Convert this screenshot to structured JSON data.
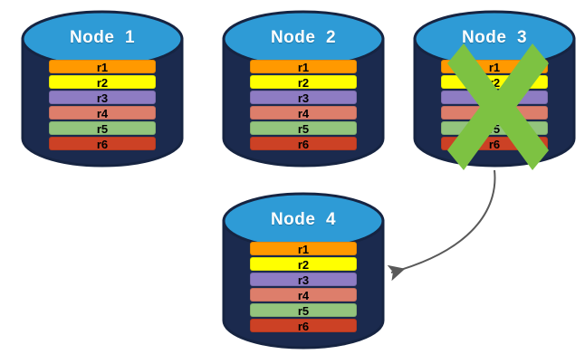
{
  "diagram": {
    "title_prefix": "Node",
    "background_color": "#ffffff",
    "cylinder_body_color": "#1b2a4e",
    "cylinder_top_color": "#2e9bd6",
    "cylinder_outline_color": "#162442",
    "failure_mark_color": "#7dc242",
    "arrow_color": "#595959"
  },
  "rows_palette": {
    "r1": "#ff9900",
    "r2": "#ffff00",
    "r3": "#8e7cc3",
    "r4": "#dd7e6b",
    "r5": "#93c47d",
    "r6": "#cc4125"
  },
  "nodes": [
    {
      "id": "node-1",
      "label": "Node  1",
      "failed": false,
      "rows": [
        {
          "label": "r1",
          "color": "#ff9900"
        },
        {
          "label": "r2",
          "color": "#ffff00"
        },
        {
          "label": "r3",
          "color": "#8e7cc3"
        },
        {
          "label": "r4",
          "color": "#dd7e6b"
        },
        {
          "label": "r5",
          "color": "#93c47d"
        },
        {
          "label": "r6",
          "color": "#cc4125"
        }
      ]
    },
    {
      "id": "node-2",
      "label": "Node  2",
      "failed": false,
      "rows": [
        {
          "label": "r1",
          "color": "#ff9900"
        },
        {
          "label": "r2",
          "color": "#ffff00"
        },
        {
          "label": "r3",
          "color": "#8e7cc3"
        },
        {
          "label": "r4",
          "color": "#dd7e6b"
        },
        {
          "label": "r5",
          "color": "#93c47d"
        },
        {
          "label": "r6",
          "color": "#cc4125"
        }
      ]
    },
    {
      "id": "node-3",
      "label": "Node  3",
      "failed": true,
      "rows": [
        {
          "label": "r1",
          "color": "#ff9900"
        },
        {
          "label": "r2",
          "color": "#ffff00"
        },
        {
          "label": "r3",
          "color": "#8e7cc3"
        },
        {
          "label": "r4",
          "color": "#dd7e6b"
        },
        {
          "label": "r5",
          "color": "#93c47d"
        },
        {
          "label": "r6",
          "color": "#cc4125"
        }
      ]
    },
    {
      "id": "node-4",
      "label": "Node  4",
      "failed": false,
      "rows": [
        {
          "label": "r1",
          "color": "#ff9900"
        },
        {
          "label": "r2",
          "color": "#ffff00"
        },
        {
          "label": "r3",
          "color": "#8e7cc3"
        },
        {
          "label": "r4",
          "color": "#dd7e6b"
        },
        {
          "label": "r5",
          "color": "#93c47d"
        },
        {
          "label": "r6",
          "color": "#cc4125"
        }
      ]
    }
  ],
  "connections": [
    {
      "id": "recovery-arrow",
      "from": "node-3",
      "to": "node-4",
      "style": "curved-arrow"
    }
  ]
}
